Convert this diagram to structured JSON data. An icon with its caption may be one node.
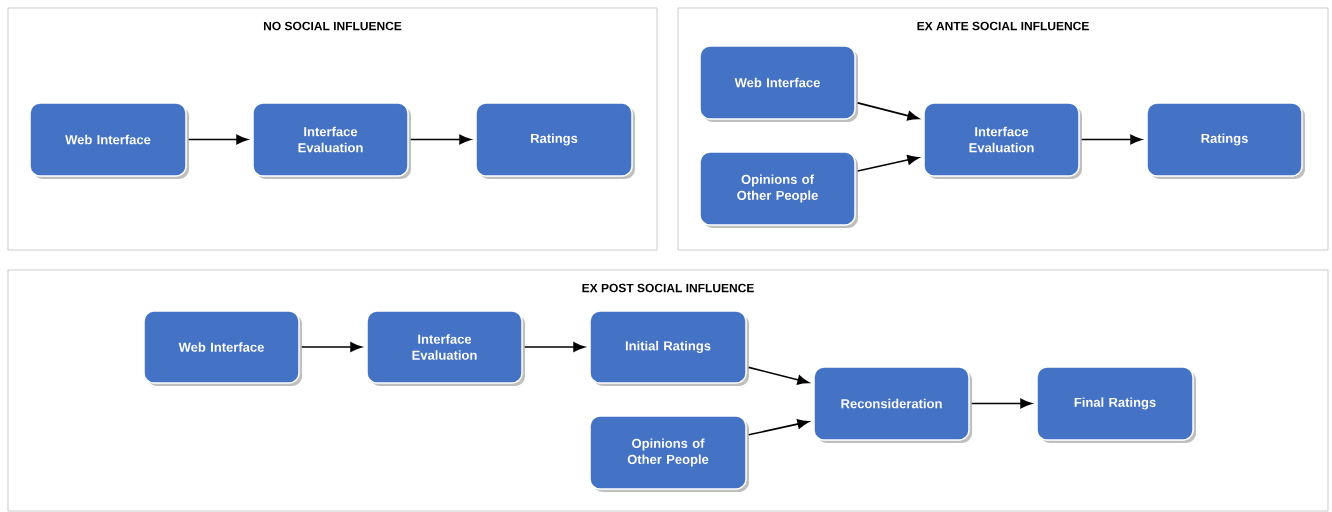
{
  "diagram": {
    "nodes": [
      {
        "text": [
          "NO SOCIAL INFLUENCE"
        ]
      },
      {
        "text": [
          "Web Interface"
        ],
        "in": 0
      },
      {
        "text": [
          "Interface Evaluation"
        ],
        "in": 0
      },
      {
        "text": [
          "Ratings"
        ],
        "in": 0
      },
      {
        "text": [
          "EX ANTE SOCIAL INFLUENCE"
        ]
      },
      {
        "text": [
          "Web Interface"
        ],
        "in": 4
      },
      {
        "text": [
          "Opinions of Other People"
        ],
        "in": 4
      },
      {
        "text": [
          "Interface Evaluation"
        ],
        "in": 4
      },
      {
        "text": [
          "Ratings"
        ],
        "in": 4
      },
      {
        "text": [
          "EX POST SOCIAL INFLUENCE"
        ]
      },
      {
        "text": [
          "Web Interface"
        ],
        "in": 9
      },
      {
        "text": [
          "Interface Evaluation"
        ],
        "in": 9
      },
      {
        "text": [
          "Initial Ratings"
        ],
        "in": 9
      },
      {
        "text": [
          "Opinions of Other People"
        ],
        "in": 9
      },
      {
        "text": [
          "Reconsideration"
        ],
        "in": 9
      },
      {
        "text": [
          "Final Ratings"
        ],
        "in": 9
      }
    ],
    "edges": [
      {
        "from": 1,
        "to": 2,
        "arrow": "to"
      },
      {
        "from": 2,
        "to": 3,
        "arrow": "to"
      },
      {
        "from": 5,
        "to": 7,
        "arrow": "to"
      },
      {
        "from": 6,
        "to": 7,
        "arrow": "to"
      },
      {
        "from": 7,
        "to": 8,
        "arrow": "to"
      },
      {
        "from": 10,
        "to": 11,
        "arrow": "to"
      },
      {
        "from": 11,
        "to": 12,
        "arrow": "to"
      },
      {
        "from": 12,
        "to": 14,
        "arrow": "to"
      },
      {
        "from": 13,
        "to": 14,
        "arrow": "to"
      },
      {
        "from": 14,
        "to": 15,
        "arrow": "to"
      }
    ]
  }
}
